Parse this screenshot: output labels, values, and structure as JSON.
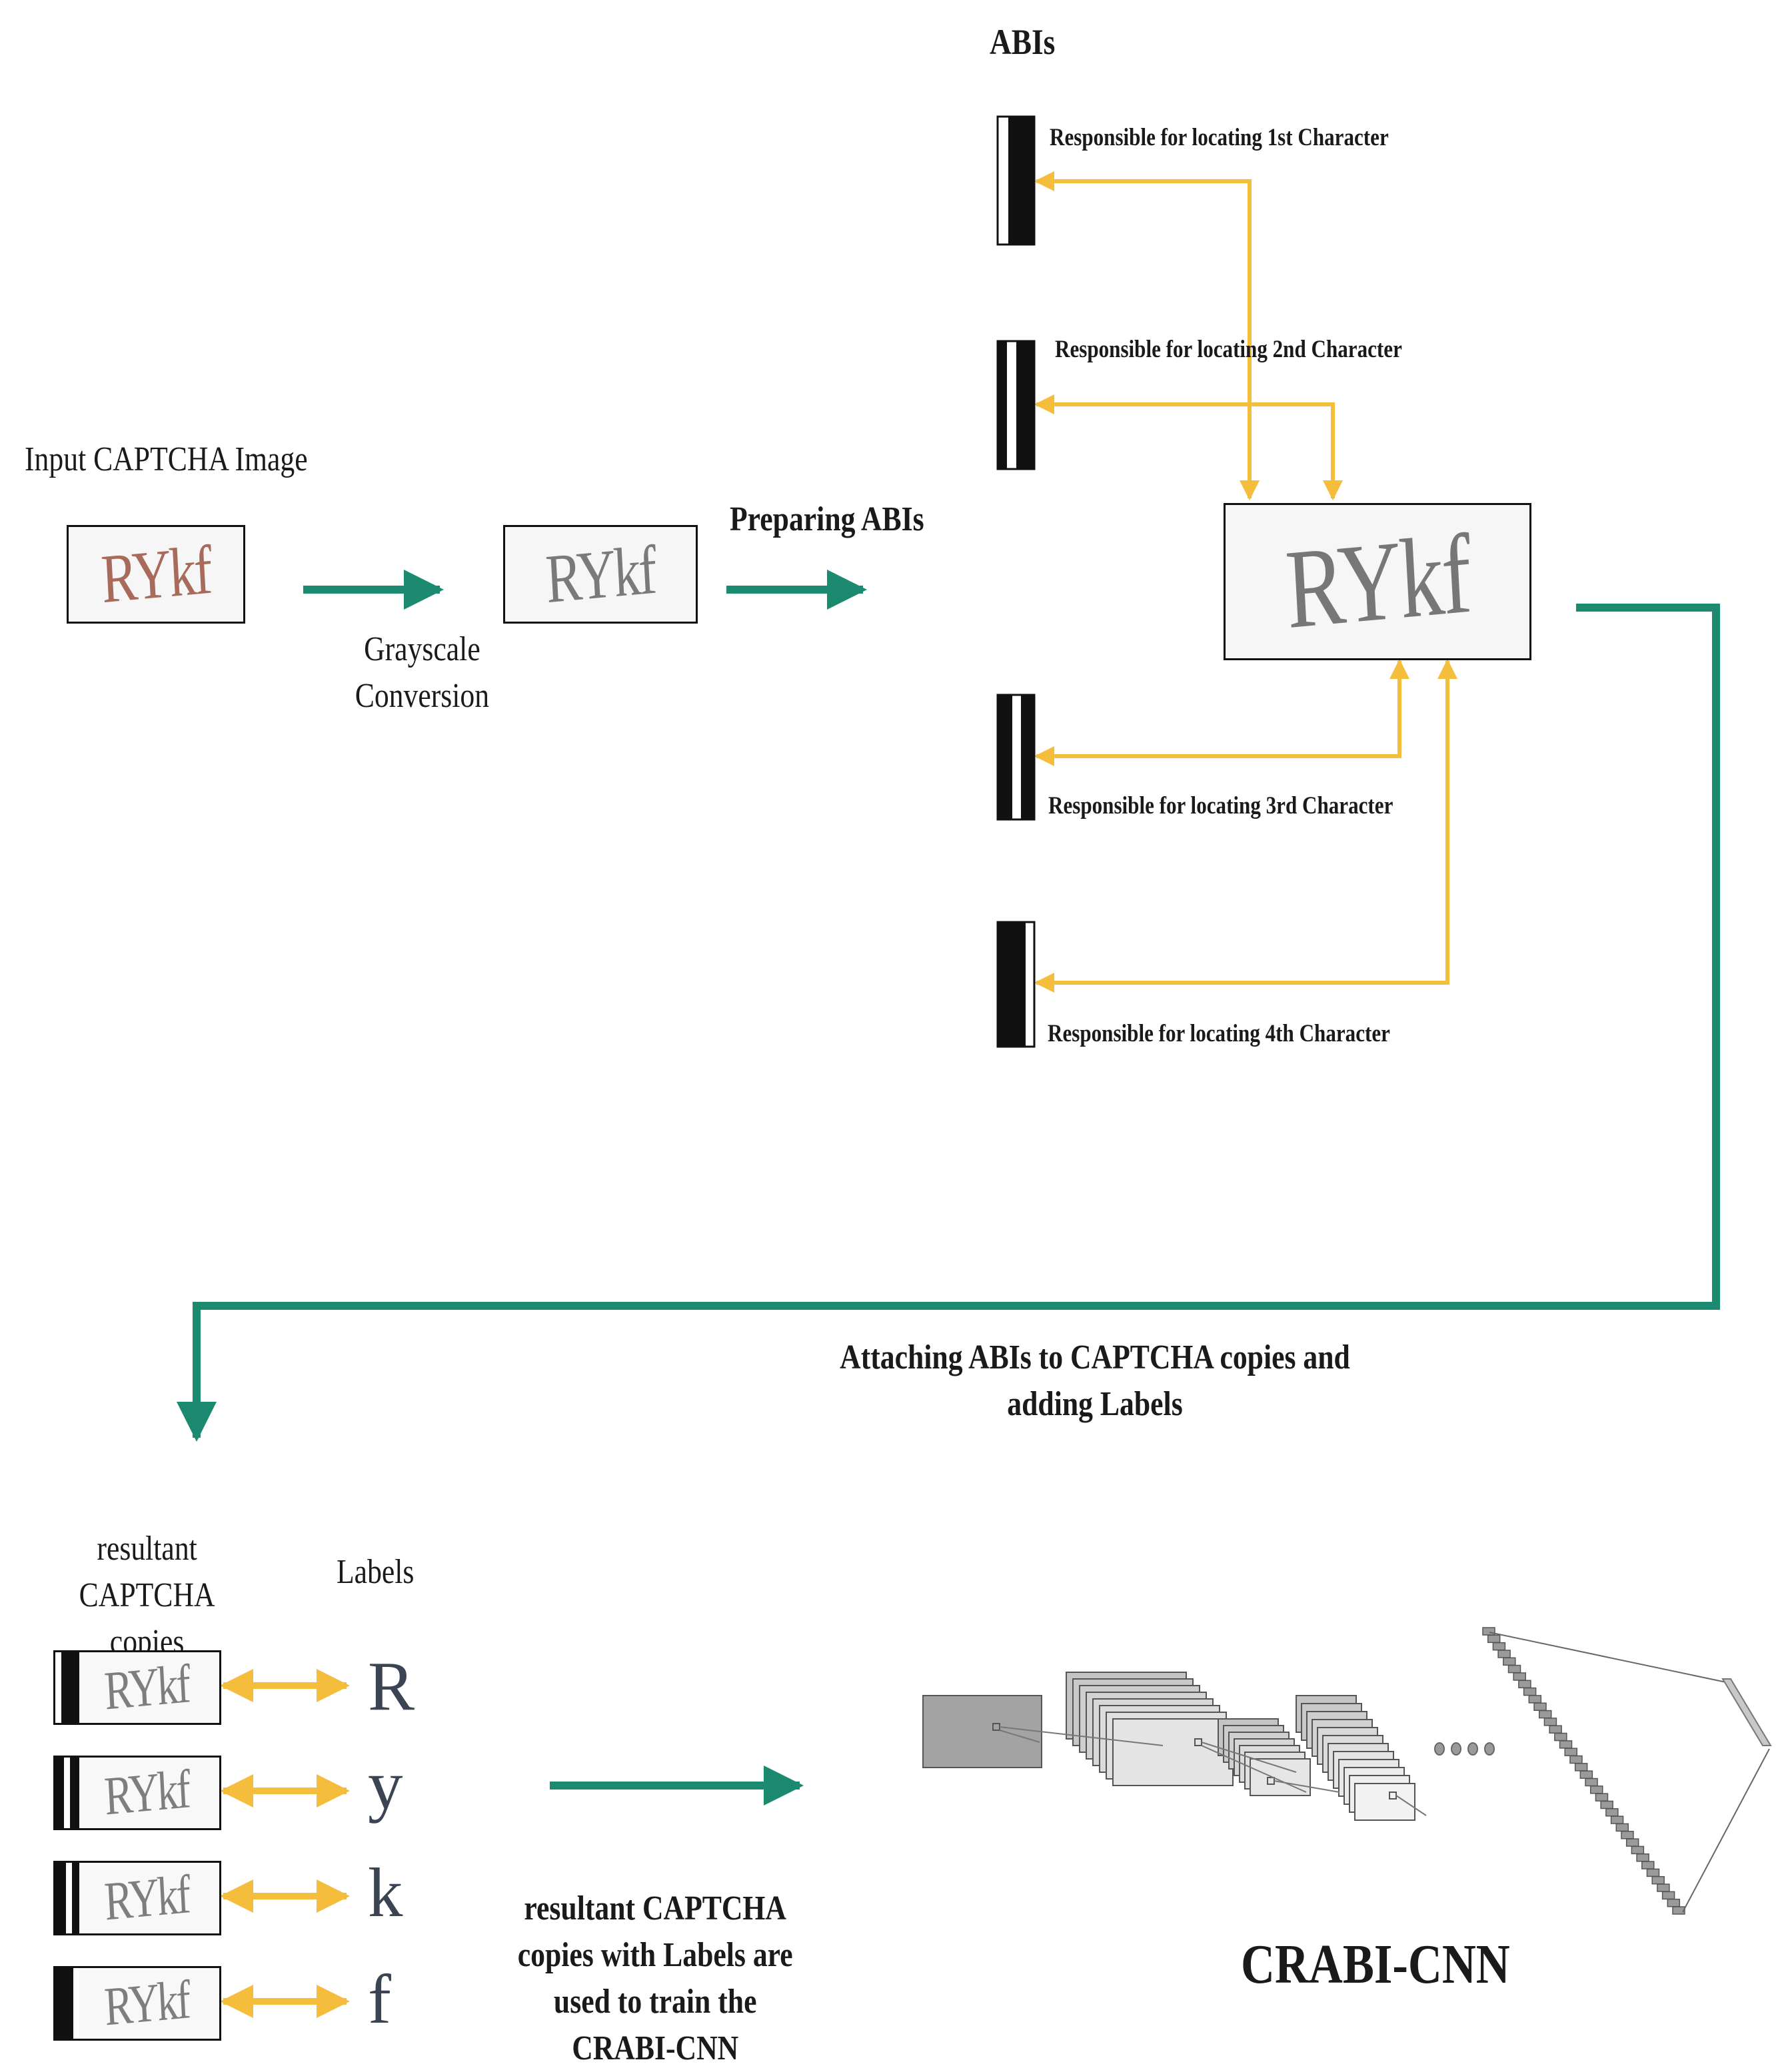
{
  "colors": {
    "teal": "#1b8a70",
    "yellow": "#f4bd3c",
    "black": "#111111"
  },
  "input": {
    "title": "Input CAPTCHA Image",
    "captcha_text": "RYkf"
  },
  "grayscale": {
    "label": "Grayscale Conversion",
    "captcha_text": "RYkf"
  },
  "preparing": {
    "label": "Preparing ABIs"
  },
  "abis": {
    "title": "ABIs",
    "items": [
      {
        "label": "Responsible for locating 1st Character"
      },
      {
        "label": "Responsible for locating 2nd Character"
      },
      {
        "label": "Responsible for locating 3rd Character"
      },
      {
        "label": "Responsible for locating 4th Character"
      }
    ],
    "big_captcha_text": "RYkf"
  },
  "attaching": {
    "label": "Attaching ABIs to CAPTCHA copies and adding Labels"
  },
  "resultant": {
    "title": "resultant CAPTCHA copies",
    "labels_title": "Labels",
    "copies": [
      {
        "captcha_text": "RYkf",
        "label": "R"
      },
      {
        "captcha_text": "RYkf",
        "label": "y"
      },
      {
        "captcha_text": "RYkf",
        "label": "k"
      },
      {
        "captcha_text": "RYkf",
        "label": "f"
      }
    ]
  },
  "training": {
    "label": "resultant CAPTCHA copies with Labels are used to train the CRABI-CNN"
  },
  "cnn": {
    "title": "CRABI-CNN"
  }
}
